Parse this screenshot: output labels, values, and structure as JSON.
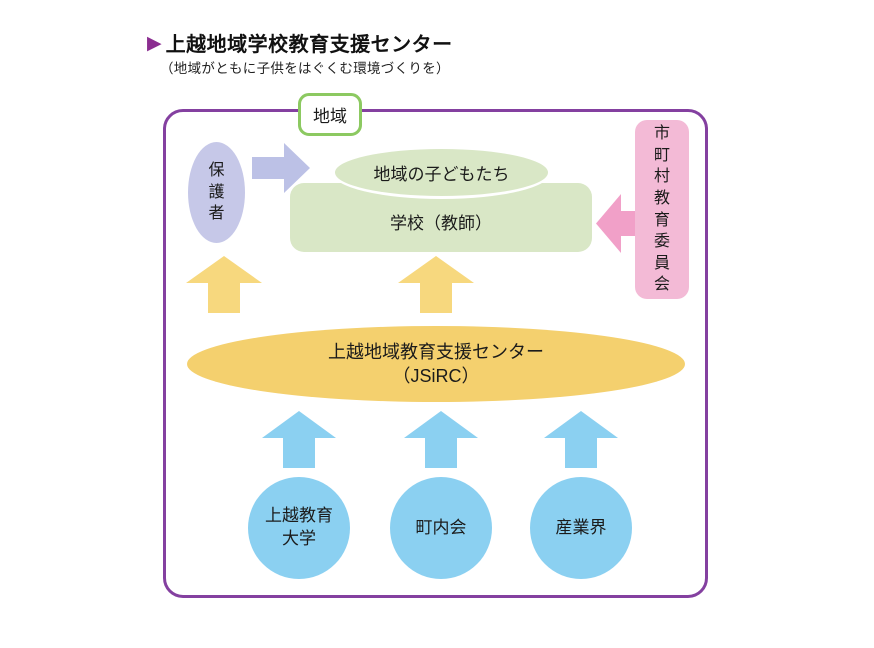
{
  "header": {
    "marker_glyph": "▶",
    "title": "上越地域学校教育支援センター",
    "subtitle": "（地域がともに子供をはぐくむ環境づくりを）"
  },
  "diagram": {
    "region_label": "地域",
    "parents": "保護者",
    "children": "地域の子どもたち",
    "school": "学校（教師）",
    "education_board": "市町村教育委員会",
    "center": {
      "line1": "上越地域教育支援センター",
      "line2": "（JSiRC）"
    },
    "university": {
      "line1": "上越教育",
      "line2": "大学"
    },
    "neighborhood_association": "町内会",
    "industry": "産業界",
    "colors": {
      "border_purple": "#8440A0",
      "marker_purple": "#8B2D90",
      "lavender_fill": "#C6C8E8",
      "lavender_arrow": "#BCC1E6",
      "green_fill": "#D9E7C6",
      "green_label_border": "#8CC961",
      "pink_fill": "#F3BAD6",
      "pink_arrow": "#F1A0C8",
      "yellow_arrow": "#F7D87E",
      "yellow_fill": "#F4D06E",
      "blue_fill": "#8BD0F1"
    }
  }
}
